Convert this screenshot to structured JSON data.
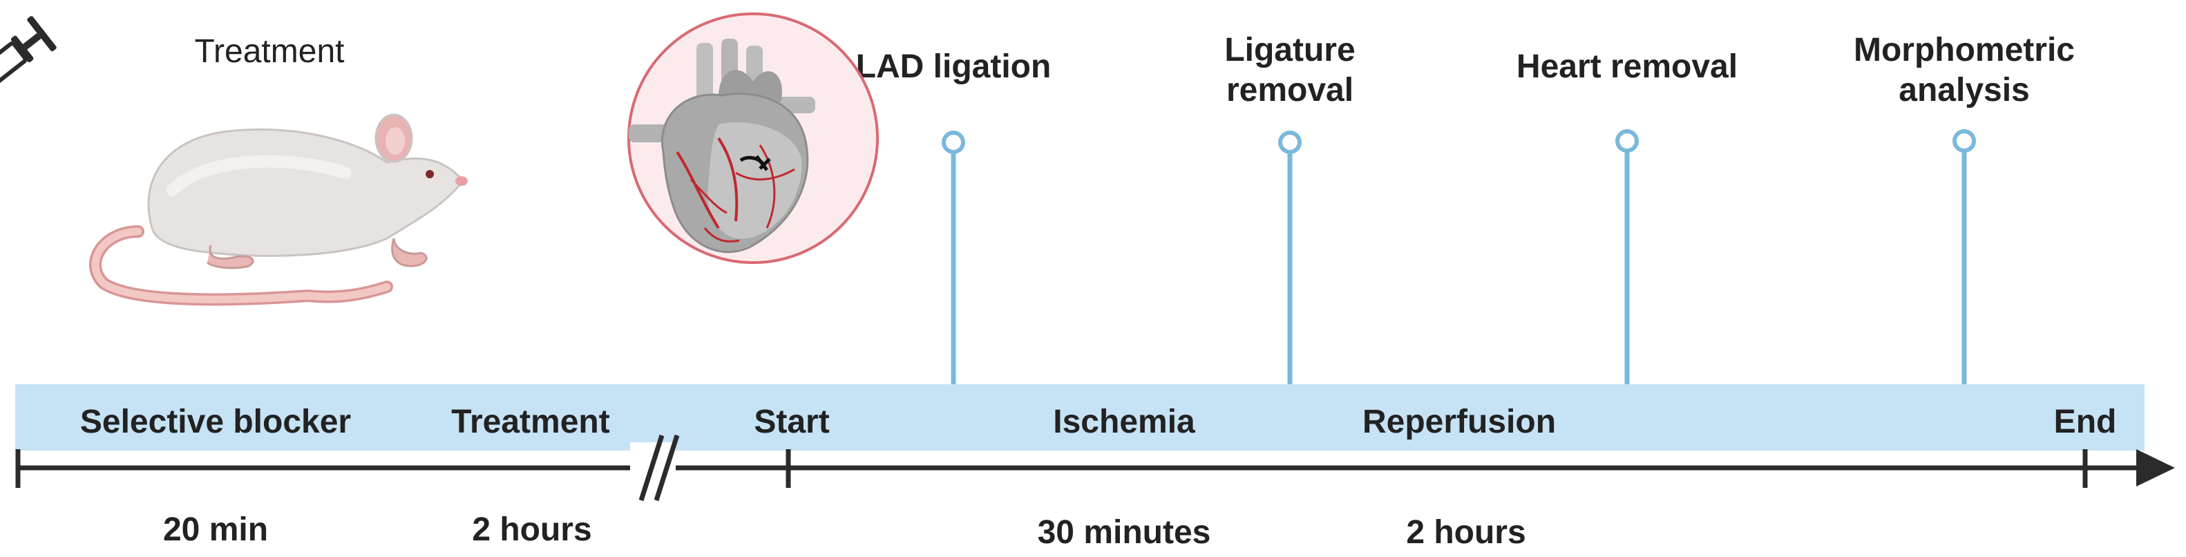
{
  "colors": {
    "band": "#c6e2f5",
    "axis": "#2b2b2b",
    "marker": "#7ab8dc",
    "text": "#222222",
    "heart_circle_fill": "#fcebec",
    "heart_circle_stroke": "#d86a72",
    "vessel": "#c0282f"
  },
  "top": {
    "treatment_label": "Treatment"
  },
  "icons": {
    "syringe": "syringe-icon",
    "rat": "rat-icon",
    "heart": "heart-icon"
  },
  "markers": [
    {
      "lines": [
        "LAD ligation"
      ]
    },
    {
      "lines": [
        "Ligature",
        "removal"
      ]
    },
    {
      "lines": [
        "Heart removal"
      ]
    },
    {
      "lines": [
        "Morphometric",
        "analysis"
      ]
    }
  ],
  "band_labels": {
    "selective_blocker": "Selective blocker",
    "treatment": "Treatment",
    "start": "Start",
    "ischemia": "Ischemia",
    "reperfusion": "Reperfusion",
    "end": "End"
  },
  "durations": {
    "blocker": "20 min",
    "treatment": "2 hours",
    "ischemia": "30 minutes",
    "reperfusion": "2 hours"
  }
}
